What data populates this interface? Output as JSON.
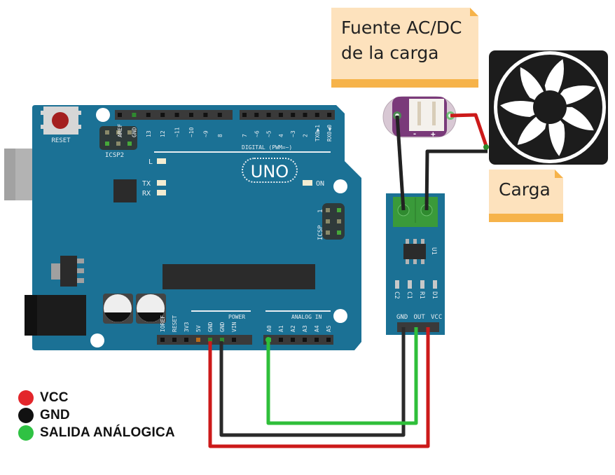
{
  "arduino": {
    "model_label": "UNO",
    "reset_label": "RESET",
    "icsp2_label": "ICSP2",
    "icsp_label": "ICSP",
    "icsp_pin1_label": "1",
    "digital_section_label": "DIGITAL (PWM=~)",
    "digital_pins": [
      "AREF",
      "GND",
      "13",
      "12",
      "~11",
      "~10",
      "~9",
      "8",
      "7",
      "~6",
      "~5",
      "4",
      "~3",
      "2",
      "TX0▶1",
      "RX0◀0"
    ],
    "power_section_label": "POWER",
    "power_pins": [
      "IOREF",
      "RESET",
      "3V3",
      "5V",
      "GND",
      "GND",
      "VIN"
    ],
    "analog_section_label": "ANALOG IN",
    "analog_pins": [
      "A0",
      "A1",
      "A2",
      "A3",
      "A4",
      "A5"
    ],
    "led_labels": {
      "l": "L",
      "tx": "TX",
      "rx": "RX",
      "on": "ON"
    }
  },
  "sensor_module": {
    "chip_label": "U1",
    "component_labels": [
      "C2",
      "C1",
      "R1",
      "D1"
    ],
    "pin_labels": [
      "GND",
      "OUT",
      "VCC"
    ]
  },
  "power_jack": {
    "minus_label": "-",
    "plus_label": "+"
  },
  "notes": {
    "source_line1": "Fuente AC/DC",
    "source_line2": "de la carga",
    "load": "Carga"
  },
  "legend": [
    {
      "label": "VCC",
      "color": "#e3262b"
    },
    {
      "label": "GND",
      "color": "#111111"
    },
    {
      "label": "SALIDA ANÁLOGICA",
      "color": "#2fc243"
    }
  ],
  "colors": {
    "board": "#1b7195",
    "wire_vcc": "#cc1a1a",
    "wire_gnd": "#222222",
    "wire_signal": "#2fbf3a",
    "note_bg": "#fde2bd",
    "note_band": "#f6b34a"
  }
}
